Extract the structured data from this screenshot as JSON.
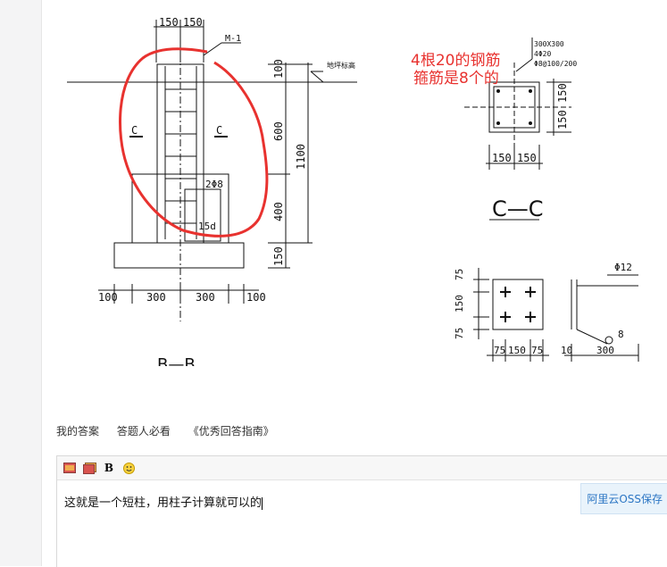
{
  "drawing": {
    "annotation_line1": "4根20的钢筋",
    "annotation_line2": "箍筋是8个的",
    "dim_top_left": "150",
    "dim_top_right": "150",
    "label_m1": "M-1",
    "label_ground": "地坪标高",
    "label_c_left": "C",
    "label_c_right": "C",
    "dim_100": "100",
    "dim_600": "600",
    "dim_1100": "1100",
    "dim_400": "400",
    "dim_150_bottom": "150",
    "label_2phi8": "2Φ8",
    "label_15d": "15d",
    "dim_base_100a": "100",
    "dim_base_300a": "300",
    "dim_base_300b": "300",
    "dim_base_100b": "100",
    "section_spec_1": "300X300",
    "section_spec_2": "4Φ20",
    "section_spec_3": "Φ8@100/200",
    "section_dim_150a": "150",
    "section_dim_150b": "150",
    "section_dim_150c": "150",
    "section_dim_150d": "150",
    "section_title": "C—C",
    "plan_dim_75a": "75",
    "plan_dim_150": "150",
    "plan_dim_75b": "75",
    "plan_bottom_75a": "75",
    "plan_bottom_150": "150",
    "plan_bottom_75b": "75",
    "detail_phi12": "Φ12",
    "detail_8": "8",
    "detail_10": "10",
    "detail_300": "300",
    "section_bb": "B—B"
  },
  "answer_tabs": {
    "my_answer": "我的答案",
    "must_read": "答题人必看",
    "guide": "《优秀回答指南》"
  },
  "editor": {
    "text": "这就是一个短柱，用柱子计算就可以的",
    "oss_button": "阿里云OSS保存"
  },
  "colors": {
    "annotation_red": "#e8322f",
    "oss_blue": "#2c76c4"
  }
}
